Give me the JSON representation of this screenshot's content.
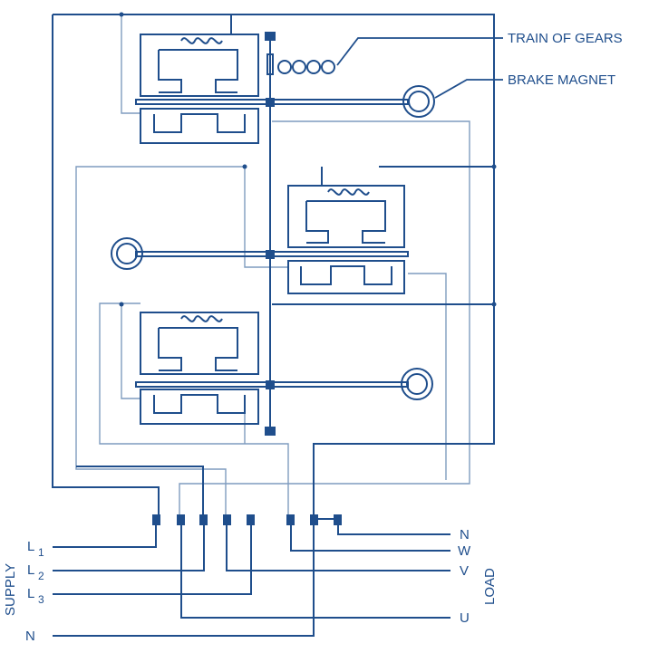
{
  "labels": {
    "train_of_gears": "TRAIN OF GEARS",
    "brake_magnet": "BRAKE MAGNET",
    "supply": "SUPPLY",
    "load": "LOAD",
    "l1_letter": "L",
    "l1_sub": "1",
    "l2_letter": "L",
    "l2_sub": "2",
    "l3_letter": "L",
    "l3_sub": "3",
    "n_supply": "N",
    "n_load": "N",
    "w_load": "W",
    "v_load": "V",
    "u_load": "U"
  },
  "colors": {
    "wire_dark": "#1f4e8c",
    "wire_light": "#7f9cbf",
    "background": "#ffffff"
  }
}
